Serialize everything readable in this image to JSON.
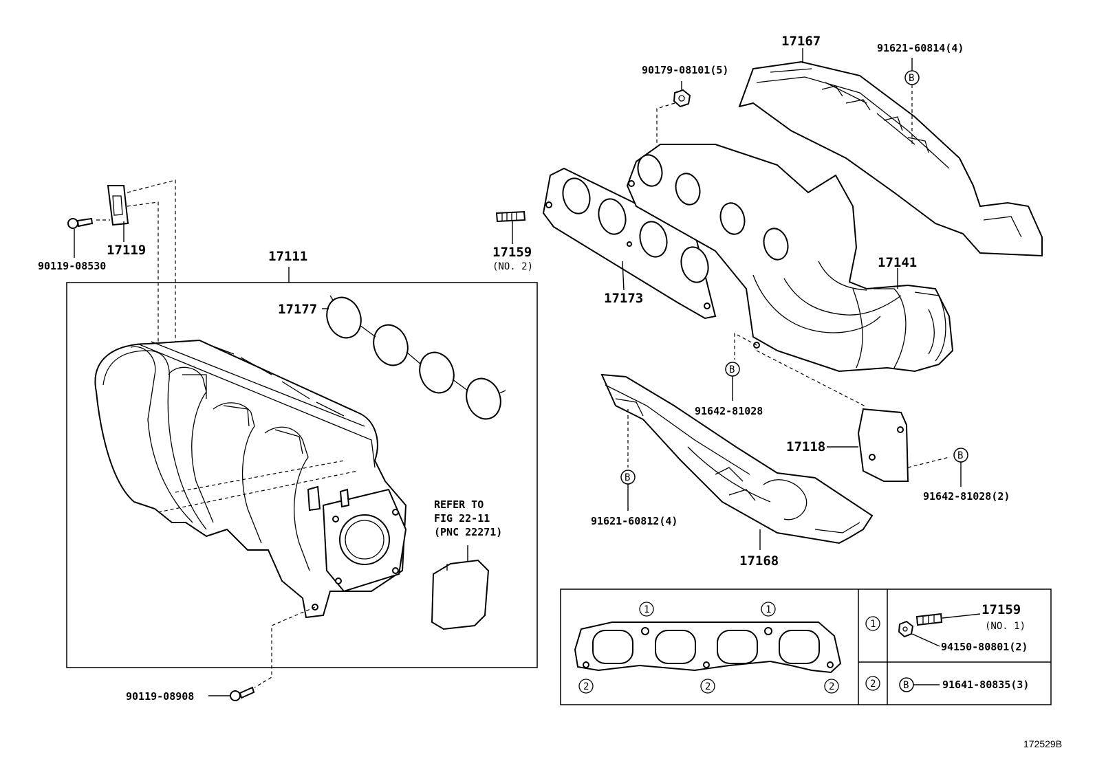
{
  "labels": {
    "p17167": "17167",
    "p91621_60814": "91621-60814(4)",
    "p90179_08101": "90179-08101(5)",
    "p17119": "17119",
    "p90119_08530": "90119-08530",
    "p17111": "17111",
    "p17159_top": "17159",
    "p17159_top_sub": "(NO. 2)",
    "p17177": "17177",
    "p17173": "17173",
    "p17141": "17141",
    "p91642_81028": "91642-81028",
    "p17118": "17118",
    "p91642_81028_2": "91642-81028(2)",
    "p91621_60812": "91621-60812(4)",
    "p17168": "17168",
    "refer_line1": "REFER TO",
    "refer_line2": "FIG 22-11",
    "refer_line3": "(PNC 22271)",
    "p90119_08908": "90119-08908",
    "p17159_box": "17159",
    "p17159_box_sub": "(NO. 1)",
    "p94150_80801": "94150-80801(2)",
    "p91641_80835": "91641-80835(3)",
    "diagram_id": "172529B"
  },
  "markers": {
    "b": "B",
    "one": "1",
    "two": "2"
  }
}
